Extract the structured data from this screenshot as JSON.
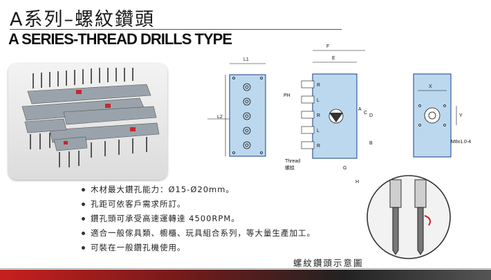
{
  "header": {
    "title_cn": "A系列–螺紋鑽頭",
    "title_en": "A SERIES-THREAD DRILLS TYPE"
  },
  "specs": [
    "木材最大鑽孔能力：Ø15-Ø20mm。",
    "孔距可依客戶需求所訂。",
    "鑽孔頭可承受高速運轉達 4500RPM。",
    "適合一般傢具類、櫥櫃、玩具組合系列，等大量生產加工。",
    "可裝在一般鑽孔機使用。"
  ],
  "diagram": {
    "dims": {
      "L1": "L1",
      "L2": "L2",
      "F": "F",
      "E": "E",
      "PH": "PH",
      "A": "A",
      "C": "C",
      "D": "D",
      "B": "B",
      "G": "G",
      "H": "H",
      "X": "X",
      "Y": "Y",
      "M": "M8x1.0-4"
    },
    "rotation_labels": [
      "R",
      "L",
      "R",
      "L",
      "R"
    ],
    "thread_label": "Thread",
    "thread_label_cn": "螺紋"
  },
  "caption": "螺紋鑽頭示意圖",
  "colors": {
    "accent_blue": "#bcd8ee",
    "line_blue": "#1a3c8c",
    "bar_red": "#c81f1f"
  }
}
